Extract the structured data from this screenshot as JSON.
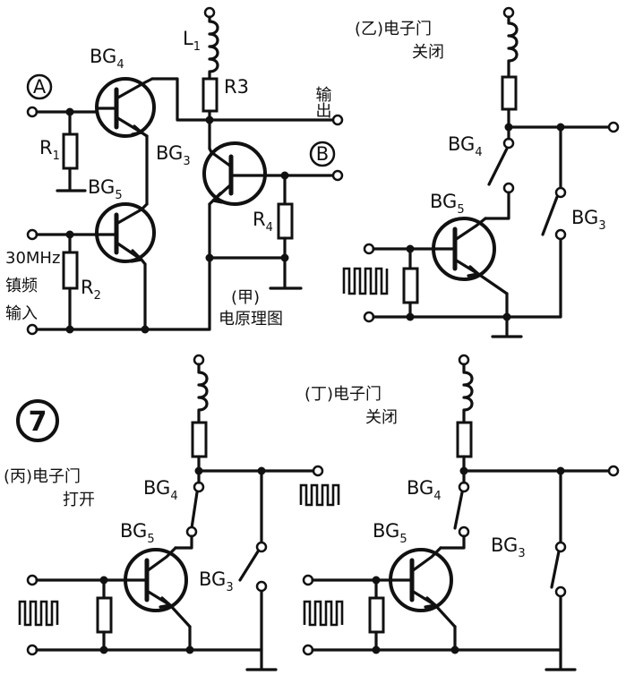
{
  "figure_number": "7",
  "diagram_a": {
    "input_a": "A",
    "output_b": "B",
    "output_text": "输出",
    "input_text": [
      "30MHz",
      "镇频",
      "输入"
    ],
    "caption": [
      "(甲)",
      "电原理图"
    ],
    "components": {
      "bg4": "BG",
      "bg4_sub": "4",
      "bg5": "BG",
      "bg5_sub": "5",
      "bg3": "BG",
      "bg3_sub": "3",
      "l1": "L",
      "l1_sub": "1",
      "r1": "R",
      "r1_sub": "1",
      "r2": "R",
      "r2_sub": "2",
      "r3": "R3",
      "r4": "R",
      "r4_sub": "4"
    }
  },
  "diagram_b": {
    "caption": [
      "(乙)电子门",
      "关闭"
    ],
    "bg4": "BG",
    "bg4_sub": "4",
    "bg5": "BG",
    "bg5_sub": "5",
    "bg3": "BG",
    "bg3_sub": "3"
  },
  "diagram_c": {
    "caption": [
      "(丙)电子门",
      "打开"
    ],
    "bg4": "BG",
    "bg4_sub": "4",
    "bg5": "BG",
    "bg5_sub": "5",
    "bg3": "BG",
    "bg3_sub": "3"
  },
  "diagram_d": {
    "caption": [
      "(丁)电子门",
      "关闭"
    ],
    "bg4": "BG",
    "bg4_sub": "4",
    "bg5": "BG",
    "bg5_sub": "5",
    "bg3": "BG",
    "bg3_sub": "3"
  }
}
